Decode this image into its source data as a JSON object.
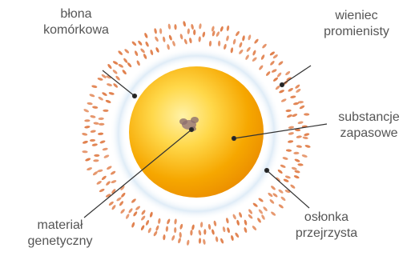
{
  "labels": {
    "cell_membrane": [
      "błona",
      "komórkowa"
    ],
    "corona_radiata": [
      "wieniec",
      "promienisty"
    ],
    "yolk_substances": [
      "substancje",
      "zapasowe"
    ],
    "genetic_material": [
      "materiał",
      "genetyczny"
    ],
    "zona_pellucida": [
      "osłonka",
      "przejrzysta"
    ]
  },
  "colors": {
    "cell_outer": "#f2a100",
    "cell_inner": "#ffd44a",
    "cell_highlight": "#ffe88a",
    "corona_cells": "#e07e4a",
    "zona_pellucida": "#dceaf6",
    "leader_line": "#333333",
    "label_text": "#555555",
    "nucleus": "#9a7a7a"
  }
}
